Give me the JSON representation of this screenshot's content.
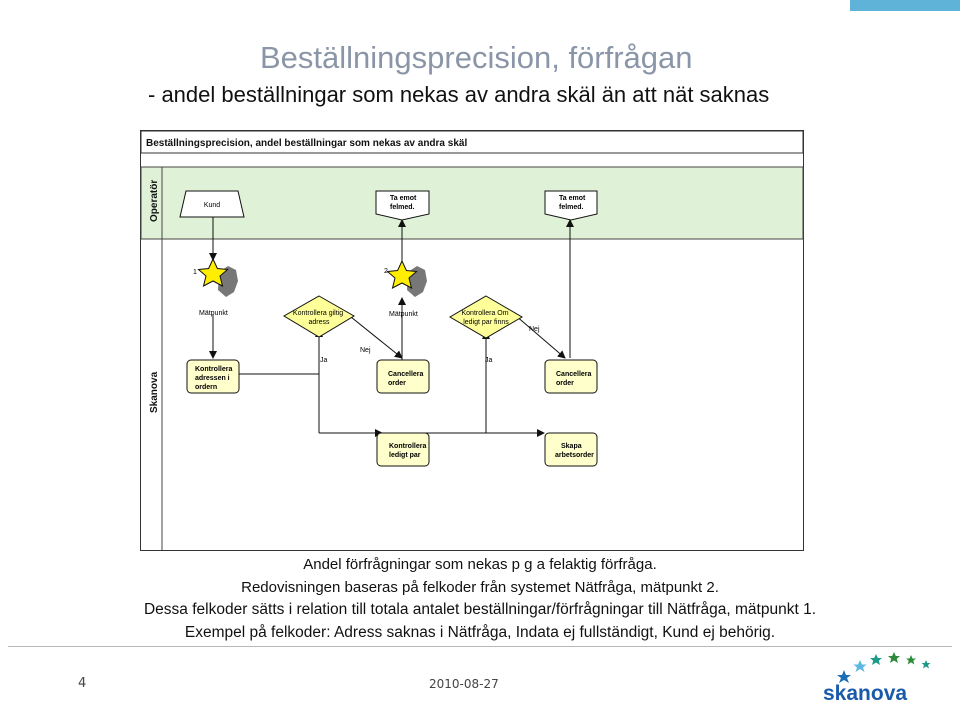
{
  "slide": {
    "title": "Beställningsprecision, förfrågan",
    "subtitle": "- andel beställningar som nekas av andra skäl än att nät saknas",
    "caption_lines": [
      "Andel förfrågningar som nekas p g a felaktig förfråga.",
      "Redovisningen baseras på felkoder från systemet Nätfråga, mätpunkt 2.",
      "Dessa felkoder sätts i relation till totala antalet beställningar/förfrågningar till Nätfråga, mätpunkt 1.",
      "Exempel på felkoder: Adress saknas i Nätfråga, Indata ej fullständigt, Kund ej behörig."
    ],
    "page_number": "4",
    "date": "2010-08-27",
    "accent_color": "#5fb3d9"
  },
  "diagram": {
    "header": "Beställningsprecision, andel beställningar som nekas av andra skäl",
    "lanes": {
      "operator": "Operatör",
      "skanova": "Skanova"
    },
    "lane_color": "#dff2d8",
    "box_color": "#ffffcc",
    "diamond_color": "#ffff99",
    "star_color": "#ffee00",
    "nodes": {
      "kund": "Kund",
      "ta_emot_1": [
        "Ta emot",
        "felmed."
      ],
      "ta_emot_2": [
        "Ta emot",
        "felmed."
      ],
      "kontrollera_adressen": [
        "Kontrollera",
        "adressen i",
        "ordern"
      ],
      "kontrollera_giltig": [
        "Kontrollera giltig",
        "adress"
      ],
      "cancellera_1": [
        "Cancellera",
        "order"
      ],
      "kontrollera_om": [
        "Kontrollera Om",
        "ledigt par finns"
      ],
      "cancellera_2": [
        "Cancellera",
        "order"
      ],
      "kontrollera_ledigt": [
        "Kontrollera",
        "ledigt par"
      ],
      "skapa": [
        "Skapa",
        "arbetsorder"
      ]
    },
    "matpunkt_label": "Mätpunkt",
    "star_numbers": [
      "1",
      "2"
    ],
    "edge_labels": {
      "ja": "Ja",
      "nej": "Nej"
    }
  },
  "logo": {
    "text": "skanova",
    "star_colors": [
      "#1a6fb5",
      "#5cb8e0",
      "#1b9a8a",
      "#2e8b3c"
    ]
  }
}
